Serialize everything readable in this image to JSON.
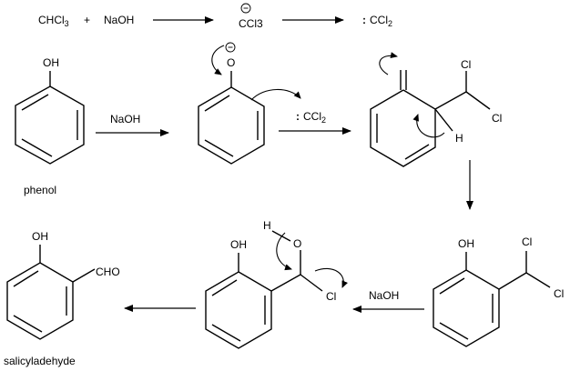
{
  "reaction1": {
    "chcl3": "CHCl",
    "chcl3_sub": "3",
    "plus": "+",
    "naoh": "NaOH",
    "ccl3": "CCl3",
    "carbene_colon": ":",
    "carbene": "CCl",
    "carbene_sub": "2"
  },
  "phenol": {
    "oh": "OH",
    "name": "phenol"
  },
  "step1": {
    "reagent": "NaOH"
  },
  "phenoxide": {
    "o": "O"
  },
  "step2": {
    "colon": ":",
    "reagent": "CCl",
    "reagent_sub": "2"
  },
  "intermediate1": {
    "cl_top": "Cl",
    "cl_right": "Cl",
    "h": "H"
  },
  "intermediate2": {
    "oh": "OH",
    "cl_top": "Cl",
    "cl_bottom": "Cl"
  },
  "step3": {
    "reagent": "NaOH"
  },
  "intermediate3": {
    "oh": "OH",
    "h": "H",
    "o": "O",
    "cl": "Cl"
  },
  "product": {
    "oh": "OH",
    "cho": "CHO",
    "name": "salicyladehyde"
  }
}
